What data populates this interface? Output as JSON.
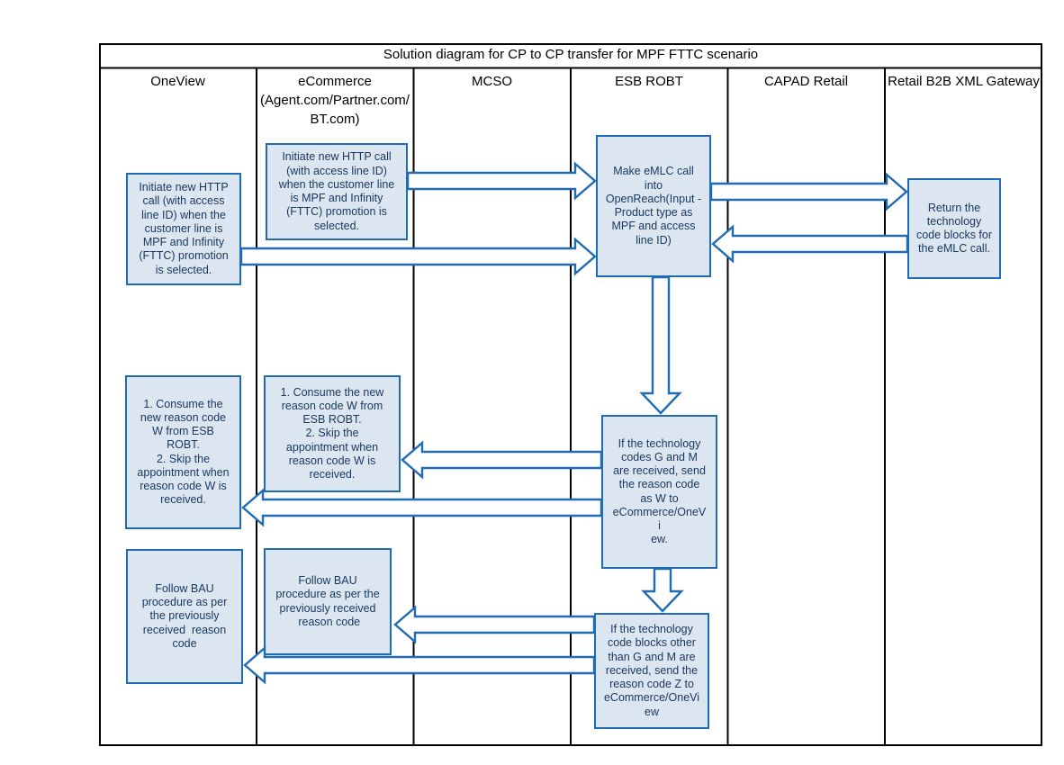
{
  "title": "Solution diagram for CP to CP transfer for MPF FTTC scenario",
  "lanes": [
    {
      "label": "OneView"
    },
    {
      "label": "eCommerce (Agent.com/Partner.com/BT.com)"
    },
    {
      "label": "MCSO"
    },
    {
      "label": "ESB ROBT"
    },
    {
      "label": "CAPAD Retail"
    },
    {
      "label": "Retail B2B XML Gateway"
    }
  ],
  "boxes": [
    {
      "name": "oneview-initiate-http-box",
      "lane": "OneView",
      "text": "Initiate new HTTP call (with access line ID) when the customer line is MPF and Infinity (FTTC) promotion is selected."
    },
    {
      "name": "ecommerce-initiate-http-box",
      "lane": "eCommerce",
      "text": "Initiate new HTTP call (with access line ID) when the customer line is MPF and Infinity (FTTC) promotion is selected."
    },
    {
      "name": "esb-make-emlc-call-box",
      "lane": "ESB ROBT",
      "text": "Make eMLC call into OpenReach(Input - Product type as MPF and access line ID)"
    },
    {
      "name": "gateway-return-technology-codes-box",
      "lane": "Retail B2B XML Gateway",
      "text": "Return the technology code blocks for the eMLC call."
    },
    {
      "name": "oneview-consume-reason-w-box",
      "lane": "OneView",
      "text": "1. Consume the new reason code W from ESB ROBT.\n2. Skip the appointment when reason code W is received."
    },
    {
      "name": "ecommerce-consume-reason-w-box",
      "lane": "eCommerce",
      "text": "1. Consume the new reason code W from ESB ROBT.\n2. Skip the appointment when reason code W is received."
    },
    {
      "name": "esb-codes-g-m-box",
      "lane": "ESB ROBT",
      "text": "If the technology codes G and M are received, send the reason code as W to eCommerce/OneVi\new."
    },
    {
      "name": "oneview-follow-bau-box",
      "lane": "OneView",
      "text": "Follow BAU procedure as per the previously received  reason code"
    },
    {
      "name": "ecommerce-follow-bau-box",
      "lane": "eCommerce",
      "text": "Follow BAU procedure as per the previously received  reason code"
    },
    {
      "name": "esb-codes-other-box",
      "lane": "ESB ROBT",
      "text": "If the technology code blocks other than G and M are received, send the reason code Z to eCommerce/OneVi\new"
    }
  ],
  "arrows": [
    {
      "name": "arrow-ecommerce-to-esb-http",
      "dir": "right",
      "tail": 453,
      "tip": 661,
      "c": 201
    },
    {
      "name": "arrow-oneview-to-esb-http",
      "dir": "right",
      "tail": 268,
      "tip": 661,
      "c": 285
    },
    {
      "name": "arrow-esb-to-gateway-emlc",
      "dir": "right",
      "tail": 790,
      "tip": 1007,
      "c": 213
    },
    {
      "name": "arrow-gateway-to-esb-return",
      "dir": "left",
      "tail": 1008,
      "tip": 792,
      "c": 271
    },
    {
      "name": "arrow-esb-top-to-middle",
      "dir": "down",
      "tail": 308,
      "tip": 459,
      "c": 734
    },
    {
      "name": "arrow-esb-to-ecommerce-w",
      "dir": "left",
      "tail": 668,
      "tip": 447,
      "c": 511
    },
    {
      "name": "arrow-esb-to-oneview-w",
      "dir": "left",
      "tail": 668,
      "tip": 270,
      "c": 564
    },
    {
      "name": "arrow-esb-middle-to-bottom",
      "dir": "down",
      "tail": 632,
      "tip": 679,
      "c": 736
    },
    {
      "name": "arrow-esb-to-ecommerce-z",
      "dir": "left",
      "tail": 660,
      "tip": 439,
      "c": 694
    },
    {
      "name": "arrow-esb-to-oneview-z",
      "dir": "left",
      "tail": 660,
      "tip": 272,
      "c": 739
    }
  ],
  "colors": {
    "box_fill": "#dce6f1",
    "box_border": "#1f6cb5",
    "box_text": "#17375d",
    "arrow_stroke": "#1f6cb5",
    "arrow_fill": "#ffffff",
    "frame": "#000000",
    "page_bg": "#ffffff"
  }
}
